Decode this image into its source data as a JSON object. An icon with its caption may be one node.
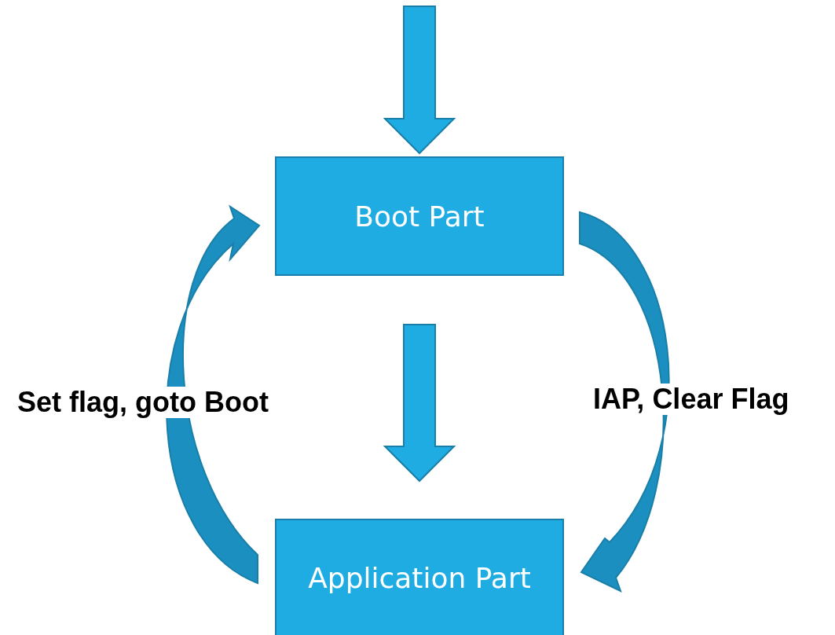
{
  "diagram": {
    "nodes": [
      {
        "text": [
          "Boot Part"
        ]
      },
      {
        "text": [
          "Application Part"
        ]
      }
    ],
    "edges": [
      {
        "from": null,
        "to": 0,
        "arrow": "to"
      },
      {
        "from": 0,
        "to": 1,
        "arrow": "to"
      },
      {
        "from": 1,
        "to": 0,
        "arrow": "to",
        "label": "Set flag, goto Boot"
      },
      {
        "from": 0,
        "to": 1,
        "arrow": "to",
        "label": "IAP, Clear Flag"
      }
    ]
  }
}
